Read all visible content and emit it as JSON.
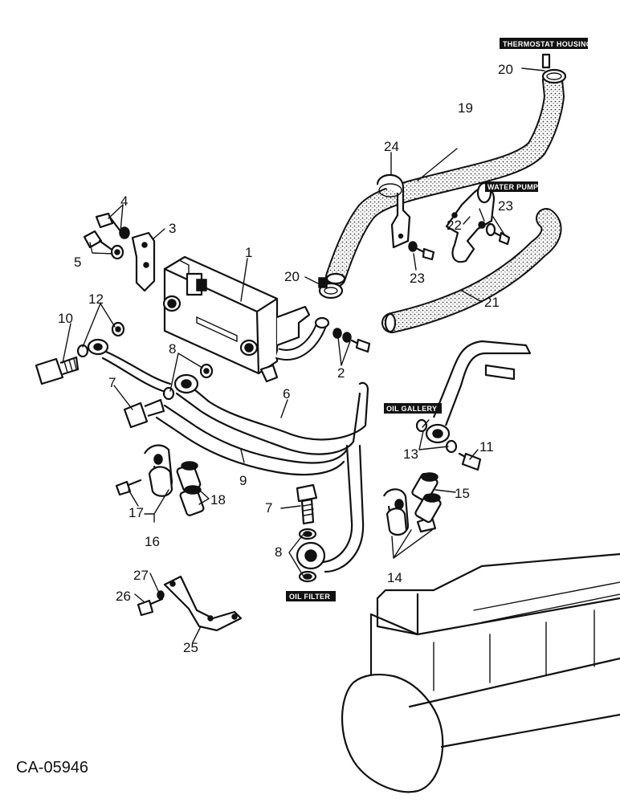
{
  "diagram": {
    "drawing_code": "CA-05946",
    "callouts": {
      "c1": "1",
      "c2": "2",
      "c3": "3",
      "c4": "4",
      "c5": "5",
      "c6": "6",
      "c7a": "7",
      "c7b": "7",
      "c8a": "8",
      "c8b": "8",
      "c9": "9",
      "c10": "10",
      "c11": "11",
      "c12": "12",
      "c13": "13",
      "c14": "14",
      "c15": "15",
      "c16": "16",
      "c17": "17",
      "c18": "18",
      "c19": "19",
      "c20a": "20",
      "c20b": "20",
      "c21": "21",
      "c22": "22",
      "c23a": "23",
      "c23b": "23",
      "c24": "24",
      "c25": "25",
      "c26": "26",
      "c27": "27"
    },
    "tags": {
      "thermostat_housing": "THERMOSTAT HOUSING",
      "water_pump": "WATER PUMP",
      "oil_gallery": "OIL GALLERY",
      "oil_filter": "OIL FILTER"
    }
  }
}
